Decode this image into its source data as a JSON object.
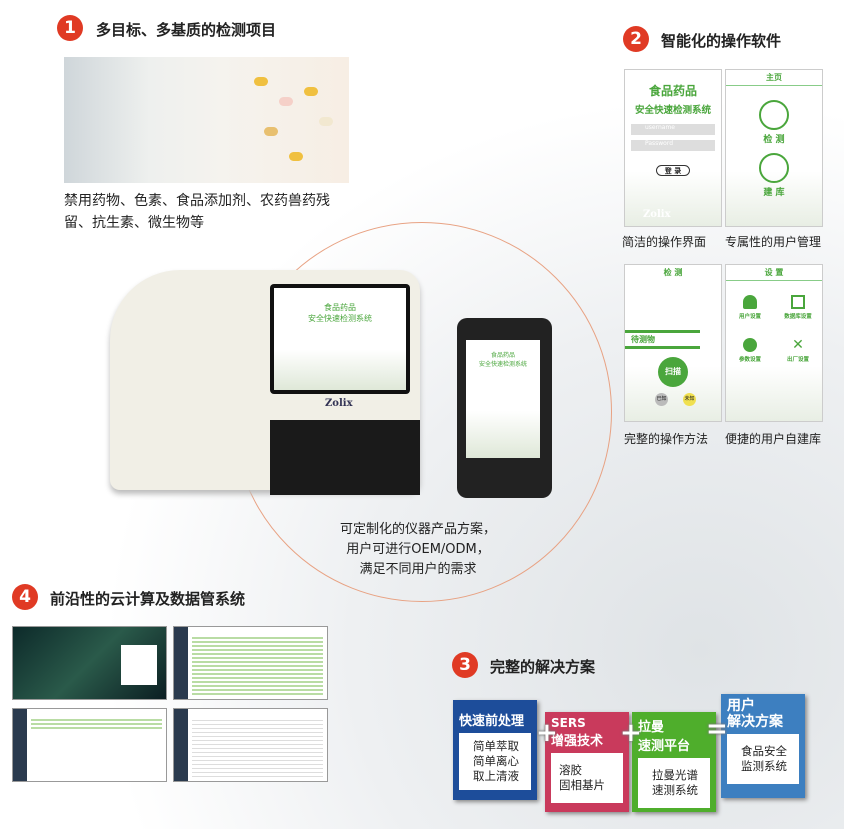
{
  "section1": {
    "number": "1",
    "title": "多目标、多基质的检测项目",
    "description_line1": "禁用药物、色素、食品添加剂、农药兽药残",
    "description_line2": "留、抗生素、微生物等"
  },
  "section2": {
    "number": "2",
    "title": "智能化的操作软件",
    "screens": [
      {
        "caption": "简洁的操作界面",
        "line1": "食品药品",
        "line2": "安全快速检测系统",
        "username": "username",
        "password": "Password",
        "login": "登 录",
        "brand": "Zolix"
      },
      {
        "caption": "专属性的用户管理",
        "header": "主页",
        "btn1": "检 测",
        "btn2": "建 库"
      },
      {
        "caption": "完整的操作方法",
        "header": "检 测",
        "field": "待测物",
        "scan": "扫描",
        "known": "已知",
        "unknown": "未知"
      },
      {
        "caption": "便捷的用户自建库",
        "header": "设 置",
        "items": [
          "用户设置",
          "数据库设置",
          "参数设置",
          "出厂设置"
        ]
      }
    ]
  },
  "center": {
    "line1": "可定制化的仪器产品方案，",
    "line2": "用户可进行OEM/ODM，",
    "line3": "满足不同用户的需求",
    "screen_line1": "食品药品",
    "screen_line2": "安全快速检测系统",
    "brand": "Zolix"
  },
  "section3": {
    "number": "3",
    "title": "完整的解决方案",
    "cards": [
      {
        "title": "快速前处理",
        "lines": [
          "简单萃取",
          "简单离心",
          "取上清液"
        ],
        "color": "#1d4d9a"
      },
      {
        "title1": "SERS",
        "title2": "增强技术",
        "lines": [
          "溶胶",
          "固相基片"
        ],
        "color": "#c93a5c"
      },
      {
        "title1": "拉曼",
        "title2": "速测平台",
        "lines": [
          "拉曼光谱",
          "速测系统"
        ],
        "color": "#4fae2c"
      },
      {
        "title1": "用户",
        "title2": "解决方案",
        "lines": [
          "食品安全",
          "监测系统"
        ],
        "color": "#3d7fc0"
      }
    ],
    "plus": "+",
    "equals": "="
  },
  "section4": {
    "number": "4",
    "title": "前沿性的云计算及数据管系统"
  }
}
